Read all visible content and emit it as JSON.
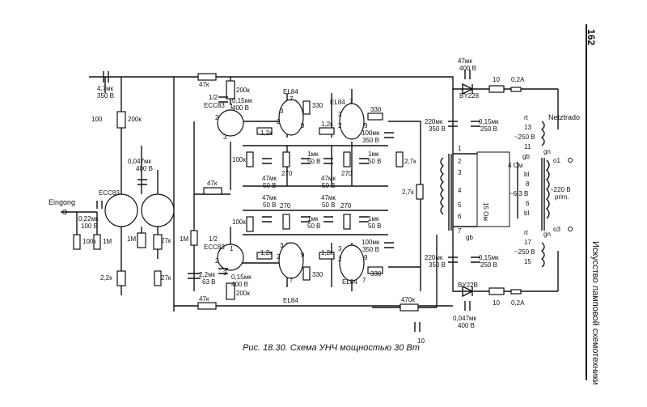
{
  "page": {
    "page_number": "162",
    "running_title": "Искусство ламповой схемотехники",
    "caption": "Рис. 18.30. Схема УНЧ мощностью 30 Вт"
  },
  "labels": {
    "input": "Eingong",
    "netztrafo": "Netztrado",
    "tube_ecc83_input": "ECC83",
    "tube_ecc83_top_half": "1/2",
    "tube_ecc83_top": "ECC83",
    "tube_ecc83_bot_half": "1/2",
    "tube_ecc83_bot": "ECC83",
    "tube_el84_1": "EL84",
    "tube_el84_2": "EL84",
    "tube_el84_3": "EL84",
    "tube_el84_4": "EL84",
    "diode_top": "BY228",
    "diode_bot": "BY22B",
    "prim": "~220 B",
    "prim2": "prim."
  },
  "components": {
    "c_in_cap": "4,7мк",
    "c_in_cap_v": "350 B",
    "r_47k_top": "47к",
    "r_200k_top": "200к",
    "c_015_top": "0,15мк",
    "c_015_top_v": "400 B",
    "r_100": "100",
    "r_200k_left": "200к",
    "c_0047": "0,047мк",
    "c_0047_v": "400 B",
    "r_47k_mid": "47к",
    "c_022": "0,22мк",
    "c_022_v": "100 B",
    "r_100k_in": "100к",
    "r_1m_in": "1М",
    "r_1m_a": "1М",
    "r_27k_a": "27к",
    "r_1m_b": "1М",
    "r_27k_b": "27к",
    "r_22k": "2,2к",
    "c_22mk": "2,2мк",
    "c_22mk_v": "63 B",
    "c_015_bot": "0,15мк",
    "c_015_bot_v": "400 B",
    "r_200k_bot": "200к",
    "r_47k_bot": "47к",
    "r_12k_1": "1,2к",
    "r_12k_2": "1,2к",
    "r_12k_3": "1,2к",
    "r_12k_4": "1,2к",
    "r_330_1": "330",
    "r_330_2": "330",
    "r_330_3": "330",
    "r_330_4": "330",
    "r_100k_a": "100к",
    "r_100k_b": "100к",
    "r_270_1": "270",
    "r_270_2": "270",
    "r_270_3": "270",
    "r_270_4": "270",
    "c_47mk_1": "47мк",
    "c_47mk_1v": "50 B",
    "c_47mk_2": "47мк",
    "c_47mk_2v": "50 B",
    "c_47mk_3": "47мк",
    "c_47mk_3v": "50 B",
    "c_47mk_4": "47мк",
    "c_47mk_4v": "50 B",
    "c_1mk_1": "1мк",
    "c_1mk_1v": "50 B",
    "c_1mk_2": "1мк",
    "c_1mk_2v": "50 B",
    "c_1mk_3": "1мк",
    "c_1mk_3v": "50 B",
    "c_1mk_4": "1мк",
    "c_1mk_4v": "50 B",
    "c_100mk_top": "100мк",
    "c_100mk_top_v": "350 B",
    "c_100mk_bot": "100мк",
    "c_100mk_bot_v": "350 B",
    "r_27k_c": "2,7к",
    "r_27k_d": "2,7к",
    "r_470": "470к",
    "c_10": "10",
    "c_47mk_psu": "47мк",
    "c_47mk_psu_v": "400 B",
    "r_10_top": "10",
    "fuse_top": "0,2A",
    "c_220mk_top": "220мк",
    "c_220mk_top_v": "350 B",
    "c_015_psu_top": "0,15мк",
    "c_015_psu_top_v": "250 B",
    "c_220mk_bot": "220мк",
    "c_220mk_bot_v": "350 B",
    "c_015_psu_bot": "0,15мк",
    "c_015_psu_bot_v": "250 B",
    "r_10_bot": "10",
    "fuse_bot": "0,2A",
    "c_0047_psu": "0,047мк",
    "c_0047_psu_v": "400 B",
    "spk_4": "4 Ом",
    "spk_15": "15 Ом"
  },
  "pins": {
    "p7a": "7",
    "p3a": "3",
    "p2a": "2",
    "p9a": "9",
    "p7b": "7",
    "p3b": "3",
    "p2b": "2",
    "p9b": "9",
    "p1t": "1",
    "p2t": "2",
    "p3t": "3",
    "p1b": "1",
    "p2b2": "2",
    "p3b2": "3",
    "p3c": "3",
    "p2c": "2",
    "p9c": "9",
    "p7c": "7",
    "p3d": "3",
    "p2d": "2",
    "p9d": "9",
    "p7d": "7"
  },
  "transformer": {
    "rt": "rt",
    "w13": "13",
    "w250a": "~250 B",
    "w11": "11",
    "gb1": "gb",
    "w2": "2",
    "w3": "3",
    "w4": "4",
    "w5": "5",
    "w6": "6",
    "bl1": "bl",
    "w8": "8",
    "w63": "~6,3 B",
    "w6b": "6",
    "bl2": "bl",
    "gn1": "gn",
    "o1": "o1",
    "o3": "o3",
    "gn2": "gn",
    "w7": "7",
    "gb2": "gb",
    "rt2": "rt",
    "w17": "17",
    "w250b": "~250 B",
    "w15": "15",
    "n1": "1"
  }
}
